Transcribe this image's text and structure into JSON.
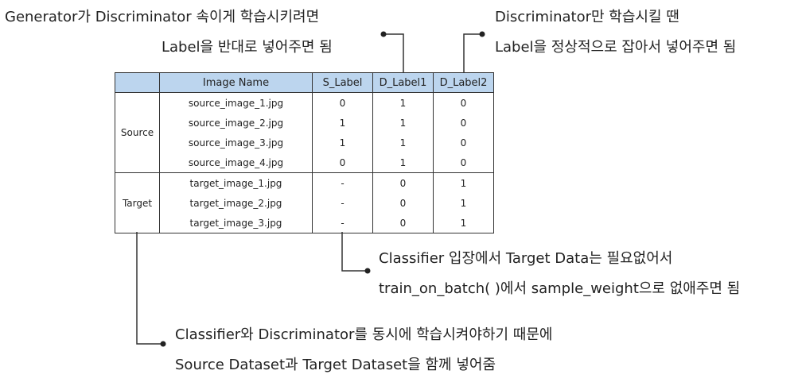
{
  "notes": {
    "top_left_line1": "Generator가 Discriminator 속이게 학습시키려면",
    "top_left_line2": "Label을 반대로 넣어주면 됨",
    "top_right_line1": "Discriminator만 학습시킬 땐",
    "top_right_line2": "Label을 정상적으로 잡아서 넣어주면 됨",
    "middle_line1": "Classifier 입장에서 Target Data는 필요없어서",
    "middle_line2": "train_on_batch( )에서 sample_weight으로 없애주면 됨",
    "bottom_line1": "Classifier와 Discriminator를 동시에 학습시켜야하기 때문에",
    "bottom_line2": "Source Dataset과 Target Dataset을 함께 넣어줌"
  },
  "table": {
    "headers": [
      "",
      "Image Name",
      "S_Label",
      "D_Label1",
      "D_Label2"
    ],
    "groups": [
      {
        "name": "Source",
        "rows": [
          [
            "source_image_1.jpg",
            "0",
            "1",
            "0"
          ],
          [
            "source_image_2.jpg",
            "1",
            "1",
            "0"
          ],
          [
            "source_image_3.jpg",
            "1",
            "1",
            "0"
          ],
          [
            "source_image_4.jpg",
            "0",
            "1",
            "0"
          ]
        ]
      },
      {
        "name": "Target",
        "rows": [
          [
            "target_image_1.jpg",
            "-",
            "0",
            "1"
          ],
          [
            "target_image_2.jpg",
            "-",
            "0",
            "1"
          ],
          [
            "target_image_3.jpg",
            "-",
            "0",
            "1"
          ]
        ]
      }
    ]
  },
  "colors": {
    "header_fill": "#bcd5ee",
    "line": "#333333"
  }
}
